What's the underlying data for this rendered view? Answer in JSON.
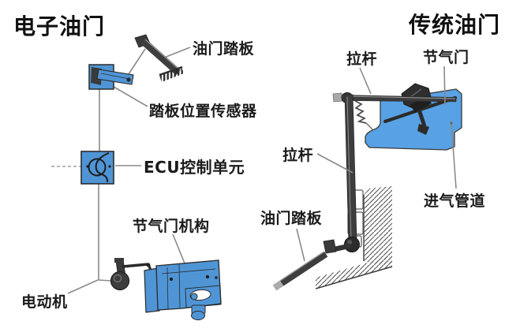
{
  "left_diagram": {
    "title": "电子油门",
    "labels": {
      "pedal": "油门踏板",
      "pedal_position_sensor": "踏板位置传感器",
      "ecu": "ECU控制单元",
      "throttle_mechanism": "节气门机构",
      "electric_motor": "电动机"
    }
  },
  "right_diagram": {
    "title": "传统油门",
    "labels": {
      "rod_upper": "拉杆",
      "throttle_valve": "节气门",
      "rod_lower": "拉杆",
      "intake_duct": "进气管道",
      "pedal": "油门踏板"
    }
  },
  "colors": {
    "component_blue": "#4f95d6",
    "duct_blue": "#58a1e4",
    "dark_metal": "#3c3c3c",
    "leader_line_gray": "#8a8a8a",
    "label_text": "#1b1b1b",
    "background": "#ffffff"
  }
}
